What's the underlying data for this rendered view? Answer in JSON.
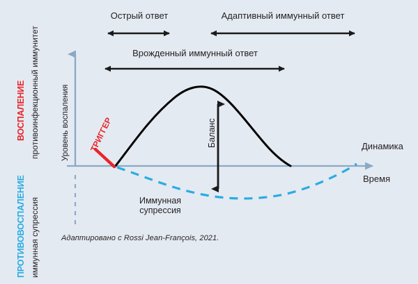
{
  "figure": {
    "background_color": "#e4eaf2",
    "credit": "Адаптировано с Rossi Jean-François, 2021."
  },
  "colors": {
    "inflammation_red": "#e8262a",
    "anti_inflammation_cyan": "#2bacE3",
    "axis_blue": "#8aa9c4",
    "curve_black": "#000000",
    "text_dark": "#231f20"
  },
  "left_axis": {
    "top_group": {
      "title": "ВОСПАЛЕНИЕ",
      "subtitle": "противоинфекционный иммунитет"
    },
    "bottom_group": {
      "title": "ПРОТИВОВОСПАЛЕНИЕ",
      "subtitle": "иммунная супрессия"
    }
  },
  "y_axis": {
    "label": "Уровень воспаления"
  },
  "x_axis": {
    "label_above": "Динамика",
    "label_below": "Время"
  },
  "phase_arrows": [
    {
      "label": "Острый ответ",
      "style": "double",
      "x_start": 152,
      "x_end": 246,
      "y": 48
    },
    {
      "label": "Адаптивный иммунный ответ",
      "style": "double",
      "x_start": 300,
      "x_end": 512,
      "y": 48
    },
    {
      "label": "Врожденный иммунный ответ",
      "style": "double",
      "x_start": 148,
      "x_end": 411,
      "y": 99
    }
  ],
  "annotations": {
    "trigger": "ТРИГГЕР",
    "balance": "Баланс",
    "immune_suppression_line1": "Иммунная",
    "immune_suppression_line2": "супрессия"
  },
  "chart_data": {
    "type": "line",
    "title": "",
    "xlabel": "Время",
    "ylabel": "Уровень воспаления",
    "series": [
      {
        "name": "Воспаление (противоинфекционный иммунитет)",
        "style": "solid",
        "color": "#000000",
        "points": [
          [
            165,
            239
          ],
          [
            185,
            210
          ],
          [
            205,
            183
          ],
          [
            228,
            156
          ],
          [
            252,
            134
          ],
          [
            275,
            121
          ],
          [
            298,
            123
          ],
          [
            322,
            137
          ],
          [
            348,
            161
          ],
          [
            375,
            191
          ],
          [
            400,
            217
          ],
          [
            417,
            239
          ]
        ]
      },
      {
        "name": "Противовоспаление (иммунная супрессия)",
        "style": "dashed",
        "color": "#2bacE3",
        "points": [
          [
            168,
            241
          ],
          [
            200,
            251
          ],
          [
            235,
            262
          ],
          [
            270,
            272
          ],
          [
            305,
            280
          ],
          [
            340,
            285
          ],
          [
            375,
            285
          ],
          [
            410,
            281
          ],
          [
            445,
            270
          ],
          [
            478,
            255
          ],
          [
            500,
            243
          ],
          [
            512,
            237
          ]
        ]
      }
    ],
    "baseline_y": 239,
    "balance_arrow": {
      "label": "Баланс",
      "x": 313,
      "y_top": 140,
      "y_bottom": 283
    },
    "grid": false,
    "legend": "none"
  }
}
